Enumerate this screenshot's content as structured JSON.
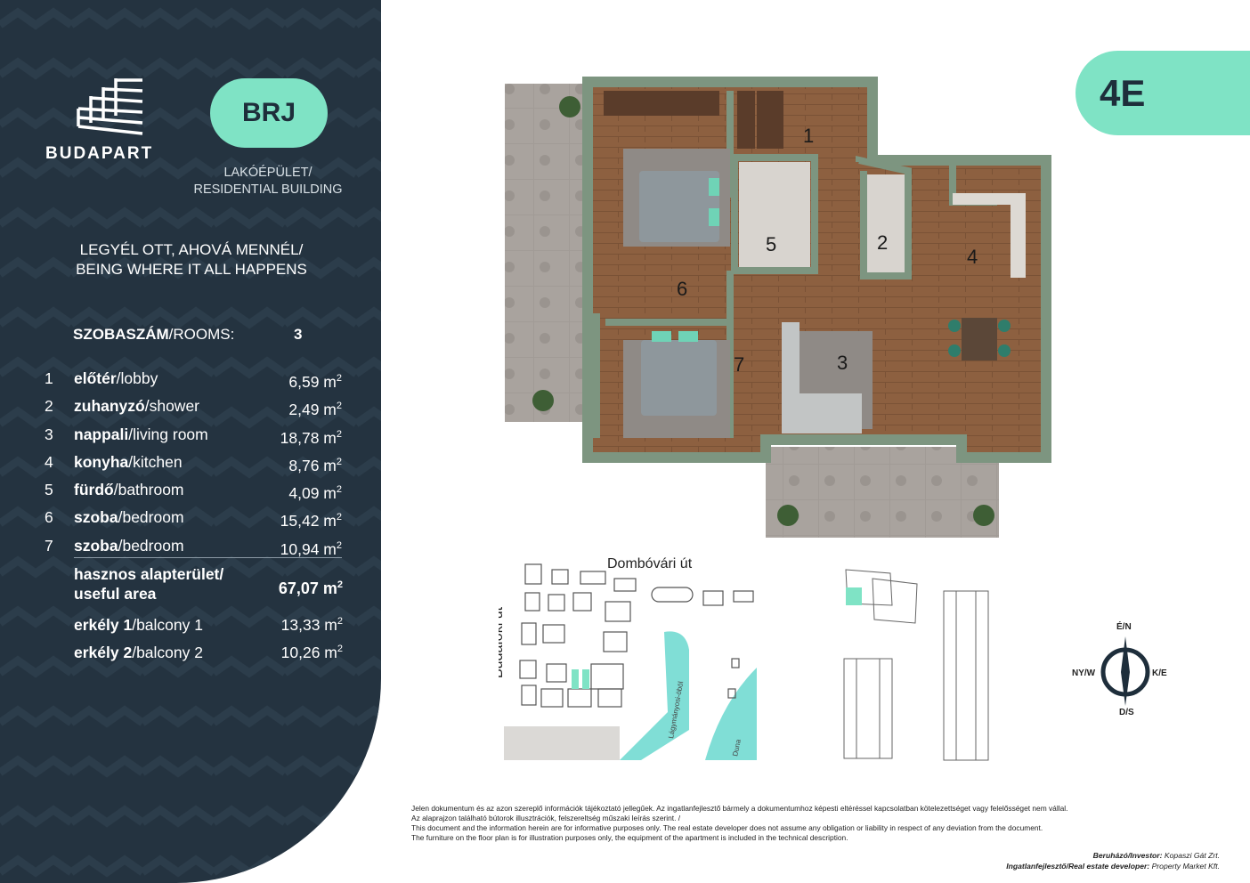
{
  "brand": {
    "name": "BUDAPART",
    "project_code": "BRJ",
    "building_type": [
      "LAKÓÉPÜLET/",
      "RESIDENTIAL BUILDING"
    ]
  },
  "slogan": [
    "LEGYÉL OTT, AHOVÁ MENNÉL/",
    "BEING WHERE IT ALL HAPPENS"
  ],
  "rooms_label_bold": "SZOBASZÁM",
  "rooms_label_rest": "/ROOMS:",
  "rooms_count": "3",
  "unit_id": "4E",
  "rooms": [
    {
      "num": "1",
      "name_hu": "előtér",
      "name_en": "/lobby",
      "area": "6,59 m",
      "unit_sup": "2"
    },
    {
      "num": "2",
      "name_hu": "zuhanyzó",
      "name_en": "/shower",
      "area": "2,49 m",
      "unit_sup": "2"
    },
    {
      "num": "3",
      "name_hu": "nappali",
      "name_en": "/living room",
      "area": "18,78 m",
      "unit_sup": "2"
    },
    {
      "num": "4",
      "name_hu": "konyha",
      "name_en": "/kitchen",
      "area": "8,76 m",
      "unit_sup": "2"
    },
    {
      "num": "5",
      "name_hu": "fürdő",
      "name_en": "/bathroom",
      "area": "4,09 m",
      "unit_sup": "2"
    },
    {
      "num": "6",
      "name_hu": "szoba",
      "name_en": "/bedroom",
      "area": "15,42 m",
      "unit_sup": "2"
    },
    {
      "num": "7",
      "name_hu": "szoba",
      "name_en": "/bedroom",
      "area": "10,94 m",
      "unit_sup": "2"
    }
  ],
  "useful_area": {
    "label_line1": "hasznos alapterület/",
    "label_line2": "useful area",
    "area": "67,07 m",
    "unit_sup": "2"
  },
  "balconies": [
    {
      "name_hu": "erkély 1",
      "name_en": "/balcony 1",
      "area": "13,33 m",
      "unit_sup": "2"
    },
    {
      "name_hu": "erkély 2",
      "name_en": "/balcony 2",
      "area": "10,26 m",
      "unit_sup": "2"
    }
  ],
  "floor_plan_labels": [
    "1",
    "2",
    "3",
    "4",
    "5",
    "6",
    "7"
  ],
  "site_map": {
    "street_top": "Dombóvári út",
    "street_left": "Budafoki út",
    "lake": "Lágymányosi-öböl",
    "river": "Duna"
  },
  "compass": {
    "north": "É/N",
    "south": "D/S",
    "west": "NY/W",
    "east": "K/E"
  },
  "disclaimer": [
    "Jelen dokumentum és az azon szereplő információk tájékoztató jellegűek. Az ingatlanfejlesztő bármely a dokumentumhoz képesti eltéréssel kapcsolatban kötelezettséget vagy felelősséget nem vállal.",
    "Az alaprajzon található bútorok illusztrációk, felszereltség műszaki leírás szerint. /",
    "This document and the information herein are for informative purposes only. The real estate developer does not assume any obligation or liability in respect of any deviation from the document.",
    "The furniture on the floor plan is for illustration purposes only, the equipment of the apartment is included in the technical description."
  ],
  "credits": {
    "investor_label": "Beruházó/Investor:",
    "investor": " Kopaszi Gát Zrt.",
    "developer_label": "Ingatlanfejlesztő/Real estate developer:",
    "developer": " Property Market Kft."
  },
  "colors": {
    "panel": "#243340",
    "accent": "#7fe3c5",
    "wall": "#7d9580",
    "wood": "#8a5c3e",
    "tile": "#9a9591"
  }
}
